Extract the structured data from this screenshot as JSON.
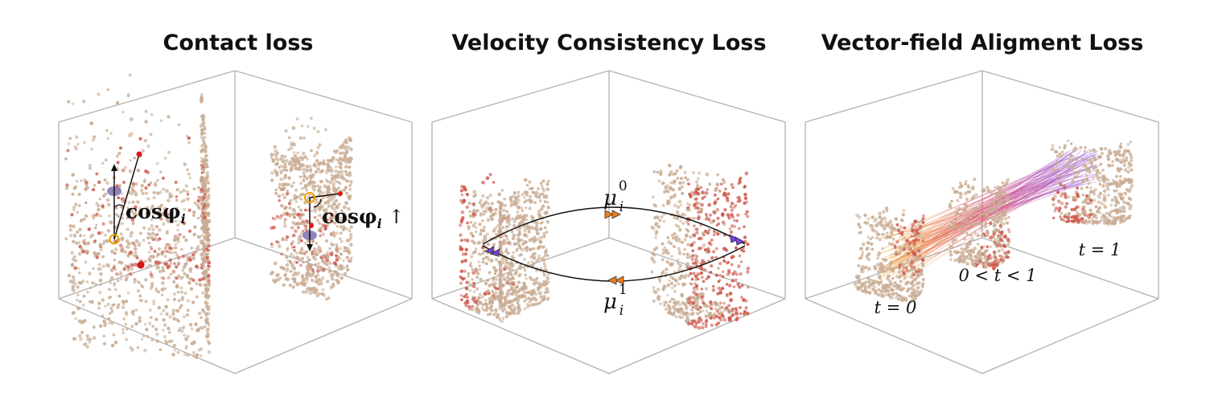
{
  "panels": [
    {
      "title": "Contact loss",
      "labels": {
        "cos_left": "cosφ",
        "cos_left_sub": "i",
        "cos_right": "cosφ",
        "cos_right_sub": "i",
        "arrow": "↑"
      }
    },
    {
      "title": "Velocity Consistency Loss",
      "labels": {
        "mu_top": "μ",
        "mu_top_sub": "i",
        "mu_top_sup": "0",
        "mu_bot": "μ",
        "mu_bot_sub": "i",
        "mu_bot_sup": "1"
      }
    },
    {
      "title": "Vector-field Aligment Loss",
      "labels": {
        "t0": "t = 0",
        "tmid": "0 < t < 1",
        "t1": "t = 1"
      }
    }
  ],
  "colors": {
    "point_tan": "#c9ad94",
    "point_red": "#cf5a4e",
    "axes": "#b0b0b0",
    "purple": "#7b3fe0",
    "orange": "#f07d1a",
    "dark_red": "#d81818",
    "ellipse": "#7f6fb0"
  }
}
